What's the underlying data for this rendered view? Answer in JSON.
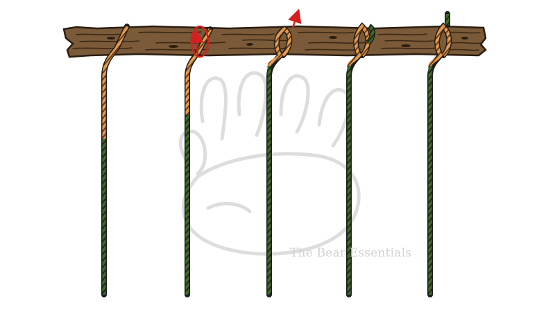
{
  "watermark": {
    "text": "The Bear Essentials"
  },
  "diagram": {
    "subject": "knot tying sequence on a wooden pole",
    "step_count": 5,
    "colors": {
      "pole_fill": "#7a5a38",
      "pole_outline": "#2b1d10",
      "pole_grain": "#3b2815",
      "rope_working_end": "#e39a4e",
      "rope_standing_part": "#3d6b2c",
      "rope_stripe": "#1d2b12",
      "arrow": "#d42020",
      "watermark": "#d8d8d8"
    },
    "icons": [
      "red-arrow-icon",
      "bear-paw-watermark"
    ]
  }
}
